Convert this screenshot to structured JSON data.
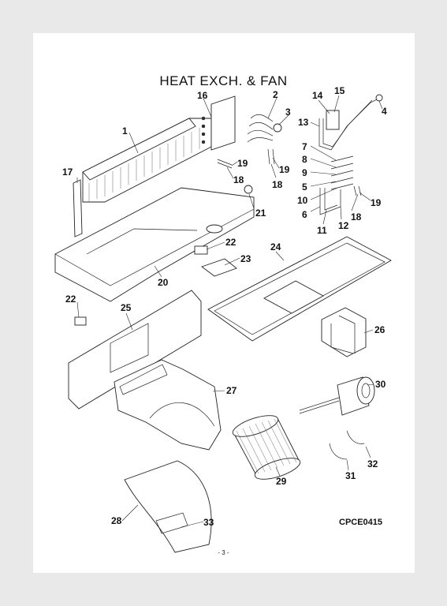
{
  "title": "HEAT EXCH. & FAN",
  "drawing_code": "CPCE0415",
  "page_number": "- 3 -",
  "callouts": {
    "c1": "1",
    "c2": "2",
    "c3": "3",
    "c4": "4",
    "c5": "5",
    "c6": "6",
    "c7": "7",
    "c8": "8",
    "c9": "9",
    "c10": "10",
    "c11": "11",
    "c12": "12",
    "c13": "13",
    "c14": "14",
    "c15": "15",
    "c16": "16",
    "c17": "17",
    "c18a": "18",
    "c18b": "18",
    "c18c": "18",
    "c19a": "19",
    "c19b": "19",
    "c19c": "19",
    "c20": "20",
    "c21": "21",
    "c22a": "22",
    "c22b": "22",
    "c23": "23",
    "c24": "24",
    "c25": "25",
    "c26": "26",
    "c27": "27",
    "c28": "28",
    "c29": "29",
    "c30": "30",
    "c31": "31",
    "c32": "32",
    "c33": "33"
  }
}
